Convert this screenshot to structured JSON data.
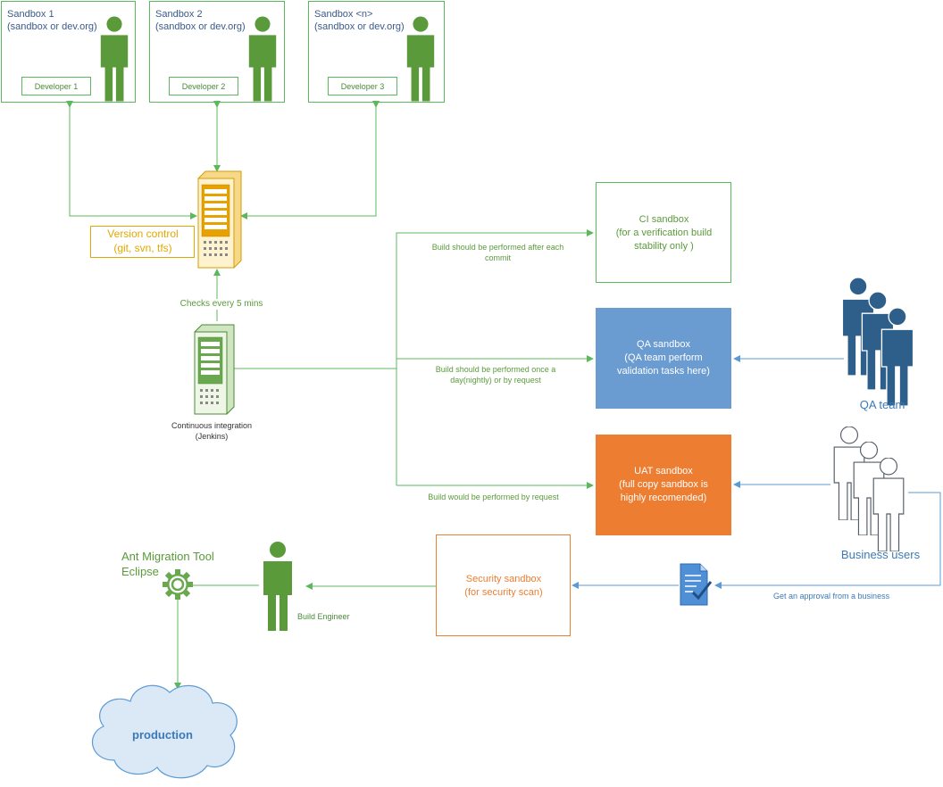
{
  "sandboxes": [
    {
      "title": "Sandbox 1",
      "subtitle": "(sandbox or dev.org)",
      "developer": "Developer 1"
    },
    {
      "title": "Sandbox 2",
      "subtitle": "(sandbox or dev.org)",
      "developer": "Developer 2"
    },
    {
      "title": "Sandbox <n>",
      "subtitle": "(sandbox or dev.org)",
      "developer": "Developer 3"
    }
  ],
  "version_control": {
    "line1": "Version control",
    "line2": "(git, svn, tfs)"
  },
  "checks_label": "Checks every 5 mins",
  "ci_server": {
    "line1": "Continuous integration",
    "line2": "(Jenkins)"
  },
  "edges": {
    "ci_build": {
      "line1": "Build should be performed after each",
      "line2": "commit"
    },
    "qa_build": {
      "line1": "Build should be performed once a",
      "line2": "day(nightly) or by request"
    },
    "uat_build": "Build would be performed by request",
    "approval": "Get an approval from a business"
  },
  "ci_sandbox": {
    "line1": "CI sandbox",
    "line2": "(for a verification build",
    "line3": "stability only )"
  },
  "qa_sandbox": {
    "line1": "QA sandbox",
    "line2": "(QA team perform",
    "line3": "validation tasks here)"
  },
  "uat_sandbox": {
    "line1": "UAT sandbox",
    "line2": "(full copy sandbox is",
    "line3": "highly recomended)"
  },
  "security_sandbox": {
    "line1": "Security sandbox",
    "line2": "(for security scan)"
  },
  "qa_team": "QA team",
  "business_users": "Business users",
  "build_engineer": "Build Engineer",
  "tool": {
    "line1": "Ant Migration Tool",
    "line2": "Eclipse"
  },
  "production": "production",
  "colors": {
    "green": "#5cb85c",
    "green_dark": "#5a9a3a",
    "orange": "#ed7d31",
    "gold": "#e0a800",
    "blue_box": "#6a9bd1",
    "blue_line": "#5b9bd5",
    "navy_person": "#2e5f8a"
  }
}
